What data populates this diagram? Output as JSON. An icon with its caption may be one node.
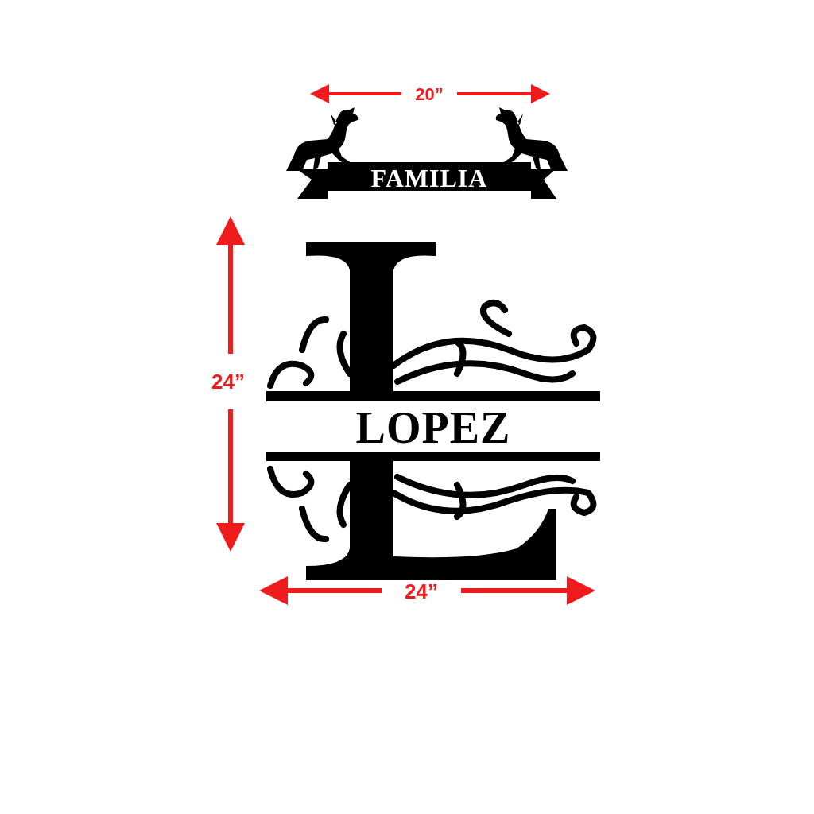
{
  "diagram": {
    "labels": [
      "20”",
      "FAMILIA",
      "LOPEZ",
      "24”",
      "24”"
    ]
  }
}
